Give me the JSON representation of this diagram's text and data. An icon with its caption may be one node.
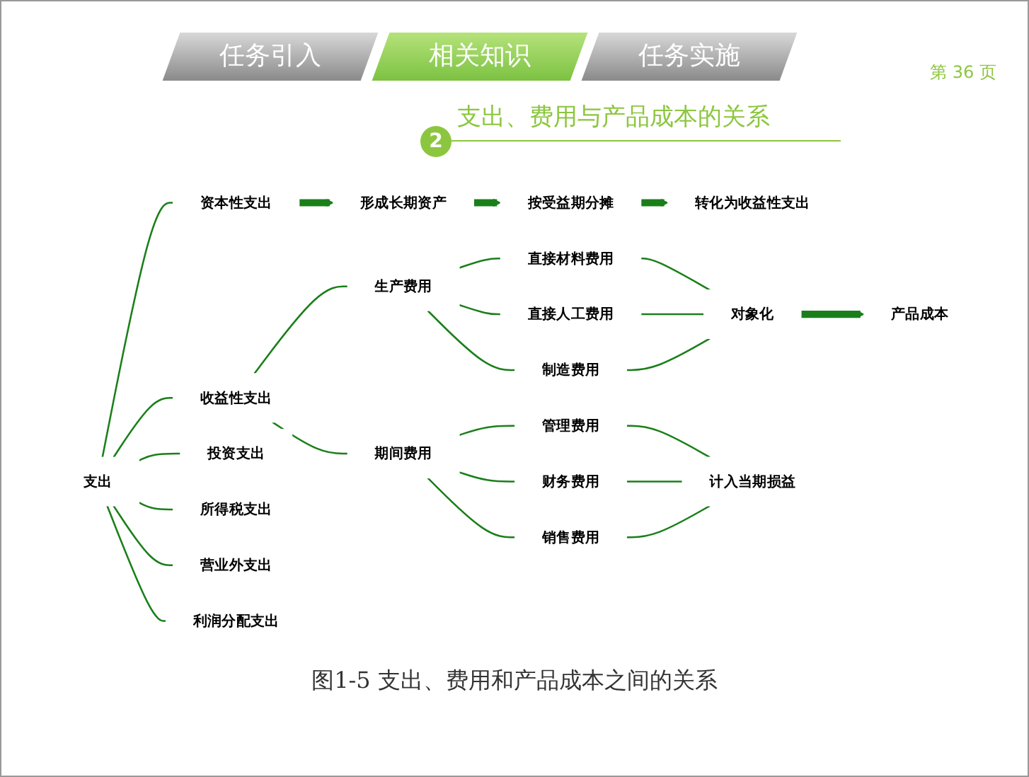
{
  "diagram": {
    "title": "支出、费用与产品成本的关系",
    "nodes": [
      {
        "text": [
          "支出"
        ]
      },
      {
        "text": [
          "资本性支出"
        ]
      },
      {
        "text": [
          "形成长期资产"
        ]
      },
      {
        "text": [
          "按受益期分摊"
        ]
      },
      {
        "text": [
          "转化为收益性支出"
        ]
      },
      {
        "text": [
          "收益性支出"
        ]
      },
      {
        "text": [
          "生产费用"
        ]
      },
      {
        "text": [
          "直接材料费用"
        ]
      },
      {
        "text": [
          "直接人工费用"
        ]
      },
      {
        "text": [
          "制造费用"
        ]
      },
      {
        "text": [
          "对象化"
        ]
      },
      {
        "text": [
          "产品成本"
        ]
      },
      {
        "text": [
          "期间费用"
        ]
      },
      {
        "text": [
          "管理费用"
        ]
      },
      {
        "text": [
          "财务费用"
        ]
      },
      {
        "text": [
          "销售费用"
        ]
      },
      {
        "text": [
          "计入当期损益"
        ]
      },
      {
        "text": [
          "投资支出"
        ]
      },
      {
        "text": [
          "所得税支出"
        ]
      },
      {
        "text": [
          "营业外支出"
        ]
      },
      {
        "text": [
          "利润分配支出"
        ]
      }
    ],
    "edges": [
      {
        "from": 0,
        "to": 1,
        "arrow": "none"
      },
      {
        "from": 0,
        "to": 5,
        "arrow": "none"
      },
      {
        "from": 0,
        "to": 17,
        "arrow": "none"
      },
      {
        "from": 0,
        "to": 18,
        "arrow": "none"
      },
      {
        "from": 0,
        "to": 19,
        "arrow": "none"
      },
      {
        "from": 0,
        "to": 20,
        "arrow": "none"
      },
      {
        "from": 1,
        "to": 2,
        "arrow": "to",
        "style": "thick"
      },
      {
        "from": 2,
        "to": 3,
        "arrow": "to",
        "style": "thick"
      },
      {
        "from": 3,
        "to": 4,
        "arrow": "to",
        "style": "thick"
      },
      {
        "from": 5,
        "to": 6,
        "arrow": "none"
      },
      {
        "from": 5,
        "to": 12,
        "arrow": "none"
      },
      {
        "from": 6,
        "to": 7,
        "arrow": "none"
      },
      {
        "from": 6,
        "to": 8,
        "arrow": "none"
      },
      {
        "from": 6,
        "to": 9,
        "arrow": "none"
      },
      {
        "from": 7,
        "to": 10,
        "arrow": "none"
      },
      {
        "from": 8,
        "to": 10,
        "arrow": "none"
      },
      {
        "from": 9,
        "to": 10,
        "arrow": "none"
      },
      {
        "from": 10,
        "to": 11,
        "arrow": "to",
        "style": "thick"
      },
      {
        "from": 12,
        "to": 13,
        "arrow": "none"
      },
      {
        "from": 12,
        "to": 14,
        "arrow": "none"
      },
      {
        "from": 12,
        "to": 15,
        "arrow": "none"
      },
      {
        "from": 13,
        "to": 16,
        "arrow": "none"
      },
      {
        "from": 14,
        "to": 16,
        "arrow": "none"
      },
      {
        "from": 15,
        "to": 16,
        "arrow": "none"
      }
    ],
    "labels": [
      "任务引入",
      "相关知识",
      "任务实施",
      "第 36 页",
      "2"
    ],
    "caption": "图1-5 支出、费用和产品成本之间的关系"
  }
}
